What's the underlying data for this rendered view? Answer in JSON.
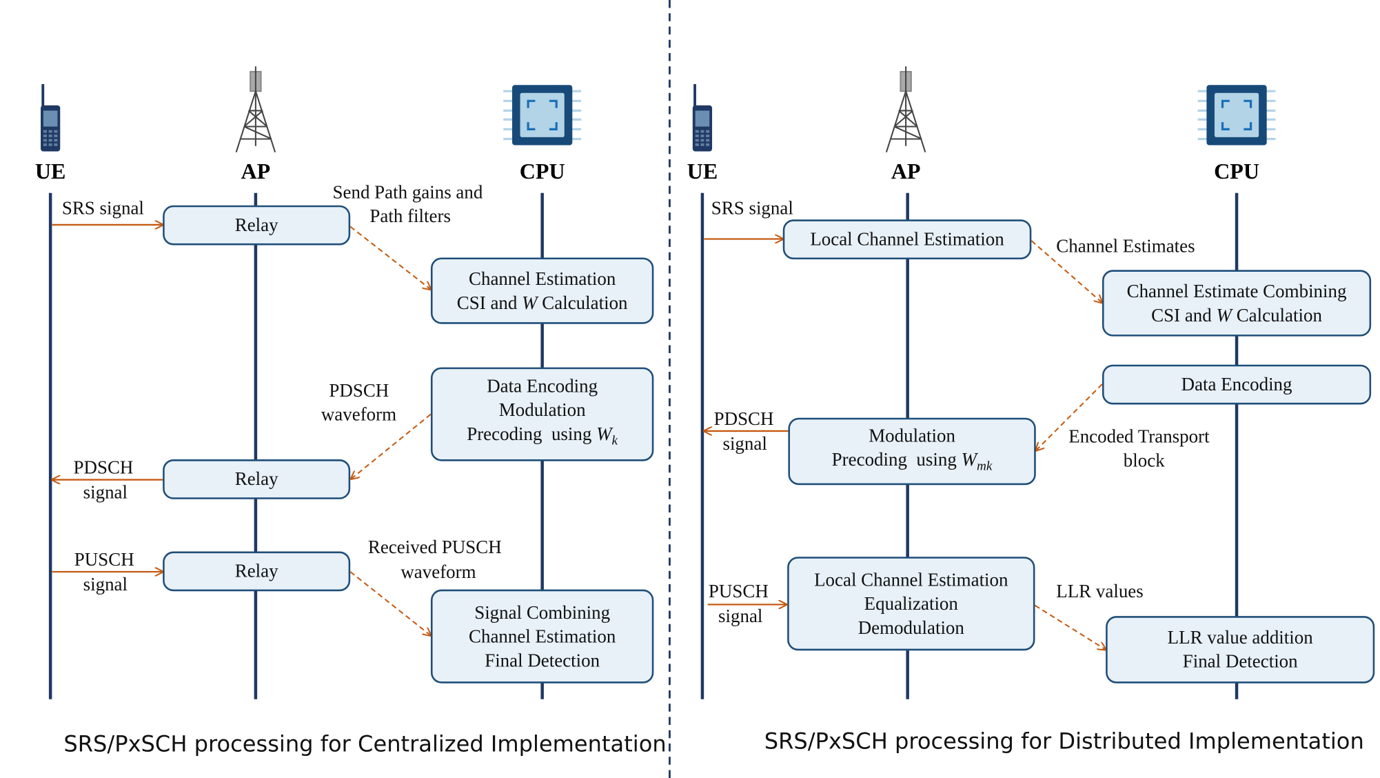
{
  "colors": {
    "lifeline": "#1f3864",
    "box_fill": "#e8f1f8",
    "box_border": "#1f4e79",
    "arrow": "#c55a11",
    "divider": "#1f3864"
  },
  "left": {
    "caption": "SRS/PxSCH processing for Centralized Implementation",
    "entities": [
      {
        "label": "UE",
        "icon": "mobile-phone-icon"
      },
      {
        "label": "AP",
        "icon": "cell-tower-icon"
      },
      {
        "label": "CPU",
        "icon": "processor-chip-icon"
      }
    ],
    "boxes": {
      "relay1": [
        "Relay"
      ],
      "cpu1": [
        "Channel Estimation",
        "CSI and",
        "W",
        "Calculation"
      ],
      "cpu2": [
        "Data Encoding",
        "Modulation",
        "Precoding  using",
        "W",
        "k"
      ],
      "relay2": [
        "Relay"
      ],
      "relay3": [
        "Relay"
      ],
      "cpu3": [
        "Signal Combining",
        "Channel Estimation",
        "Final Detection"
      ]
    },
    "labels": {
      "srs": "SRS signal",
      "send1": "Send Path gains and",
      "send2": "Path filters",
      "pdsch_wf1": "PDSCH",
      "pdsch_wf2": "waveform",
      "pdsch_sig1": "PDSCH",
      "pdsch_sig2": "signal",
      "pusch1": "PUSCH",
      "pusch2": "signal",
      "rx1": "Received PUSCH",
      "rx2": "waveform"
    }
  },
  "right": {
    "caption": "SRS/PxSCH processing for Distributed Implementation",
    "entities": [
      {
        "label": "UE",
        "icon": "mobile-phone-icon"
      },
      {
        "label": "AP",
        "icon": "cell-tower-icon"
      },
      {
        "label": "CPU",
        "icon": "processor-chip-icon"
      }
    ],
    "boxes": {
      "ap1": [
        "Local Channel Estimation"
      ],
      "cpu1": [
        "Channel Estimate Combining",
        "CSI and",
        "W",
        "Calculation"
      ],
      "cpu2": [
        "Data Encoding"
      ],
      "ap2": [
        "Modulation",
        "Precoding  using",
        "W",
        "mk"
      ],
      "ap3": [
        "Local Channel Estimation",
        "Equalization",
        "Demodulation"
      ],
      "cpu3": [
        "LLR value addition",
        "Final Detection"
      ]
    },
    "labels": {
      "srs": "SRS signal",
      "ch_est": "Channel Estimates",
      "pdsch1": "PDSCH",
      "pdsch2": "signal",
      "enc1": "Encoded Transport",
      "enc2": "block",
      "pusch1": "PUSCH",
      "pusch2": "signal",
      "llr": "LLR values"
    }
  }
}
